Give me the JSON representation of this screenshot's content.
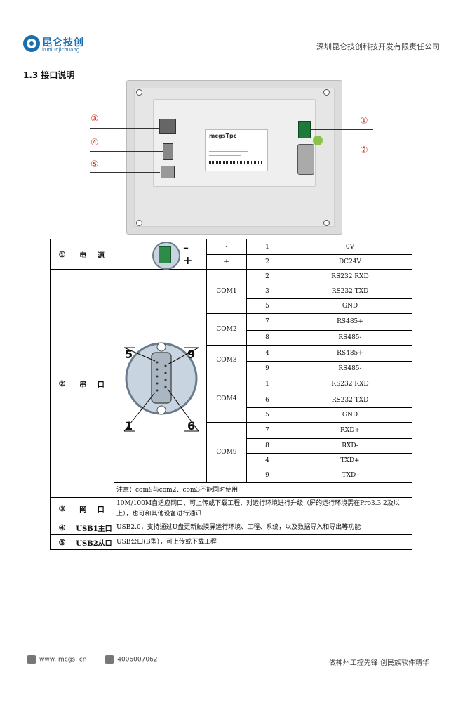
{
  "header": {
    "logo_cn": "昆仑技创",
    "logo_en": "kunlunjichuang",
    "company": "深圳昆仑技创科技开发有限责任公司"
  },
  "section_title": "1.3  接口说明",
  "device": {
    "brand": "mcgsTpc",
    "callouts": [
      "①",
      "②",
      "③",
      "④",
      "⑤"
    ]
  },
  "table": {
    "power": {
      "num": "①",
      "label": "电 源",
      "rows": [
        [
          "-",
          "1",
          "0V"
        ],
        [
          "+",
          "2",
          "DC24V"
        ]
      ]
    },
    "serial": {
      "num": "②",
      "label": "串 口",
      "pin_labels": [
        "5",
        "9",
        "1",
        "6"
      ],
      "groups": [
        {
          "name": "COM1",
          "rows": [
            [
              "2",
              "RS232 RXD"
            ],
            [
              "3",
              "RS232 TXD"
            ],
            [
              "5",
              "GND"
            ]
          ]
        },
        {
          "name": "COM2",
          "rows": [
            [
              "7",
              "RS485+"
            ],
            [
              "8",
              "RS485-"
            ]
          ]
        },
        {
          "name": "COM3",
          "rows": [
            [
              "4",
              "RS485+"
            ],
            [
              "9",
              "RS485-"
            ]
          ]
        },
        {
          "name": "COM4",
          "rows": [
            [
              "1",
              "RS232 RXD"
            ],
            [
              "6",
              "RS232 TXD"
            ],
            [
              "5",
              "GND"
            ]
          ]
        },
        {
          "name": "COM9",
          "rows": [
            [
              "7",
              "RXD+"
            ],
            [
              "8",
              "RXD-"
            ],
            [
              "4",
              "TXD+"
            ],
            [
              "9",
              "TXD-"
            ]
          ]
        }
      ],
      "note": "注意：com9与com2、com3不能同时使用"
    },
    "net": {
      "num": "③",
      "label": "网 口",
      "desc": "10M/100M自适应网口，可上传或下载工程、对运行环境进行升级（屏的运行环境需在Pro3.3.2及以上），也可和其他设备进行通讯"
    },
    "usb1": {
      "num": "④",
      "label": "USB1主口",
      "desc": "USB2.0，支持通过U盘更新触摸屏运行环境、工程、系统，以及数据导入和导出等功能"
    },
    "usb2": {
      "num": "⑤",
      "label": "USB2从口",
      "desc": "USB公口(B型），可上传或下载工程"
    }
  },
  "footer": {
    "website": "www. mcgs. cn",
    "phone": "4006007062",
    "slogan": "做神州工控先锋  创民族软件精华"
  }
}
